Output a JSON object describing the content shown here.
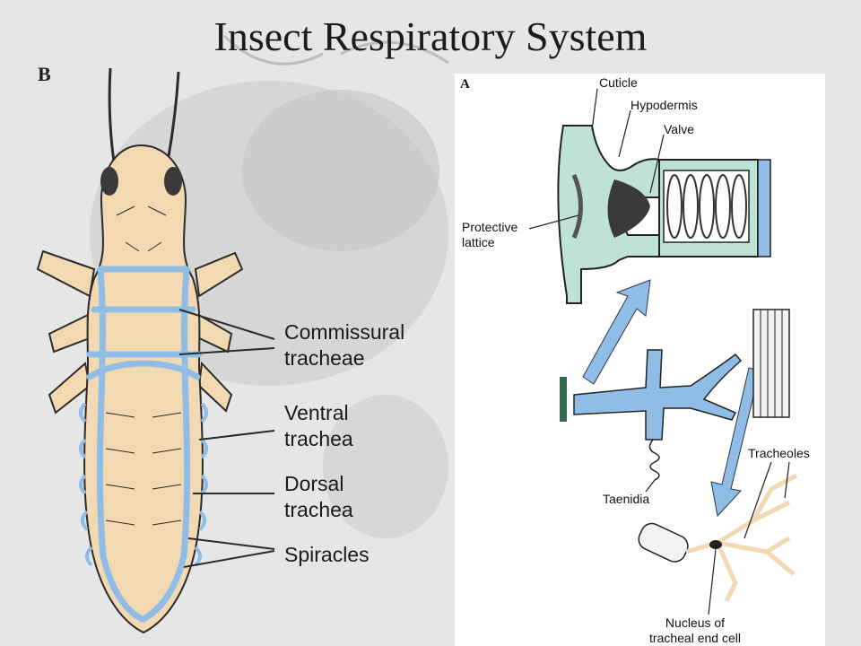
{
  "title": "Insect Respiratory System",
  "panel_b": {
    "letter": "B",
    "labels": {
      "commissural": [
        "Commissural",
        "tracheae"
      ],
      "ventral": [
        "Ventral",
        "trachea"
      ],
      "dorsal": [
        "Dorsal",
        "trachea"
      ],
      "spiracles": "Spiracles"
    }
  },
  "panel_a": {
    "letter": "A",
    "labels": {
      "cuticle": "Cuticle",
      "hypodermis": "Hypodermis",
      "valve": "Valve",
      "protective_lattice": [
        "Protective",
        "lattice"
      ],
      "tracheoles": "Tracheoles",
      "taenidia": "Taenidia",
      "nucleus": [
        "Nucleus of",
        "tracheal end cell"
      ]
    }
  },
  "colors": {
    "body": "#f3d9b1",
    "trachea": "#8fbde6",
    "outline": "#2b2b2b",
    "background": "#e6e6e6"
  }
}
